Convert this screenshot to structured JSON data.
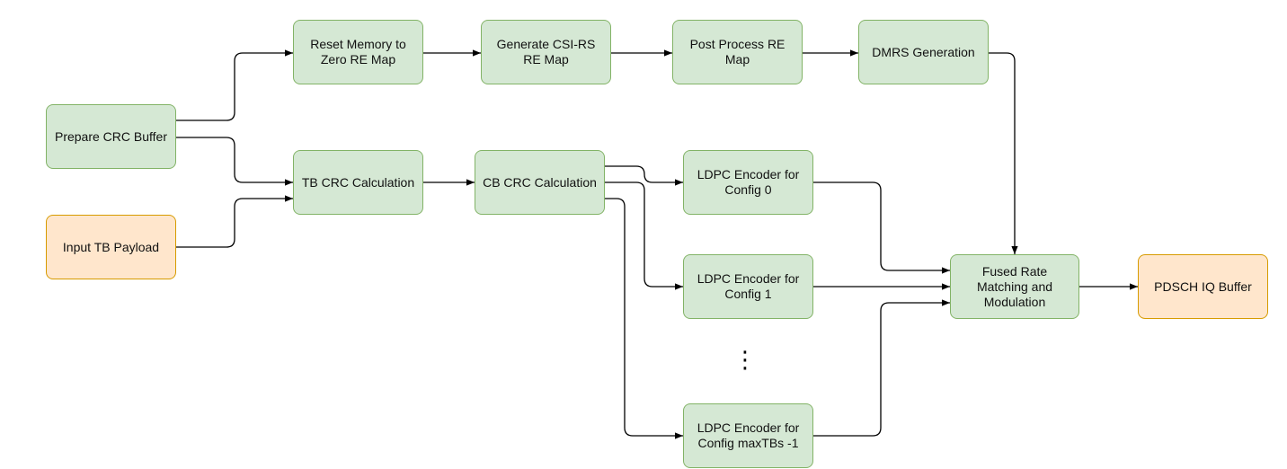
{
  "nodes": {
    "prepare_crc": "Prepare CRC Buffer",
    "input_tb": "Input TB Payload",
    "reset_memory": "Reset Memory to\nZero RE Map",
    "generate_csirs": "Generate CSI-RS\nRE Map",
    "post_process": "Post Process RE Map",
    "dmrs": "DMRS Generation",
    "tb_crc": "TB CRC Calculation",
    "cb_crc": "CB CRC Calculation",
    "ldpc0": "LDPC Encoder for\nConfig 0",
    "ldpc1": "LDPC Encoder for\nConfig 1",
    "ldpc_max": "LDPC Encoder for\nConfig maxTBs -1",
    "fused": "Fused Rate\nMatching and\nModulation",
    "pdsch": "PDSCH IQ Buffer"
  },
  "ellipsis": "⋮",
  "colors": {
    "process_fill": "#d5e8d4",
    "process_border": "#82b366",
    "io_fill": "#ffe6cc",
    "io_border": "#d79b00"
  }
}
